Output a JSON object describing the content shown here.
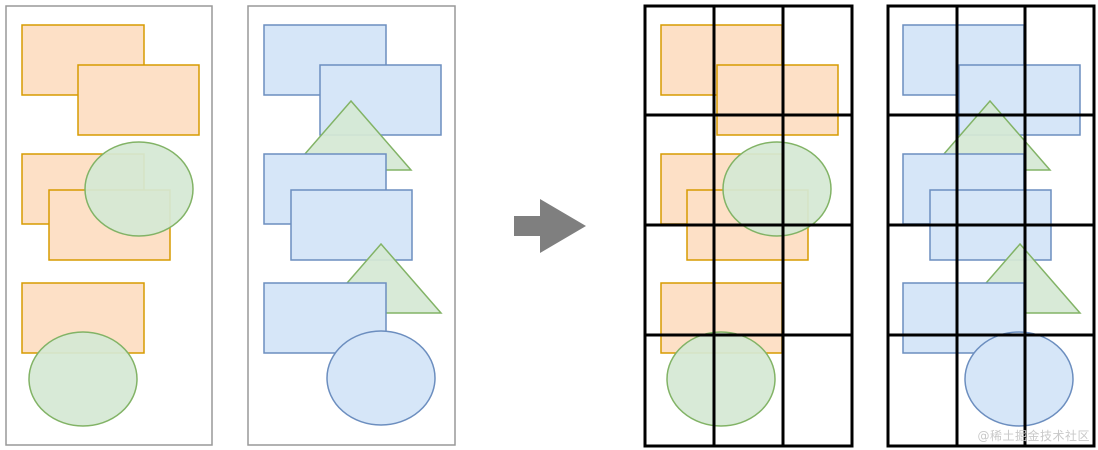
{
  "colors": {
    "orange_fill": "#fde0c6",
    "orange_stroke": "#d79b00",
    "blue_fill": "#d6e6f8",
    "blue_stroke": "#6c8ebf",
    "green_fill": "#d5e8d4",
    "green_stroke": "#82b366",
    "panel_stroke": "#999999",
    "grid_stroke": "#000000",
    "arrow_fill": "#7f7f7f"
  },
  "panels": [
    {
      "name": "left-panel-orange-shapes",
      "theme": "orange",
      "shapes": [
        "rectangle",
        "rectangle",
        "rectangle",
        "ellipse",
        "rectangle",
        "rectangle",
        "ellipse"
      ]
    },
    {
      "name": "left-panel-blue-shapes",
      "theme": "blue",
      "shapes": [
        "rectangle",
        "rectangle",
        "triangle",
        "rectangle",
        "rectangle",
        "rectangle",
        "triangle",
        "ellipse"
      ]
    },
    {
      "name": "right-panel-orange-grid",
      "theme": "orange",
      "grid": {
        "rows": 4,
        "cols": 3
      }
    },
    {
      "name": "right-panel-blue-grid",
      "theme": "blue",
      "grid": {
        "rows": 4,
        "cols": 3
      }
    }
  ],
  "arrow": {
    "direction": "right"
  },
  "watermark": "@稀土掘金技术社区"
}
